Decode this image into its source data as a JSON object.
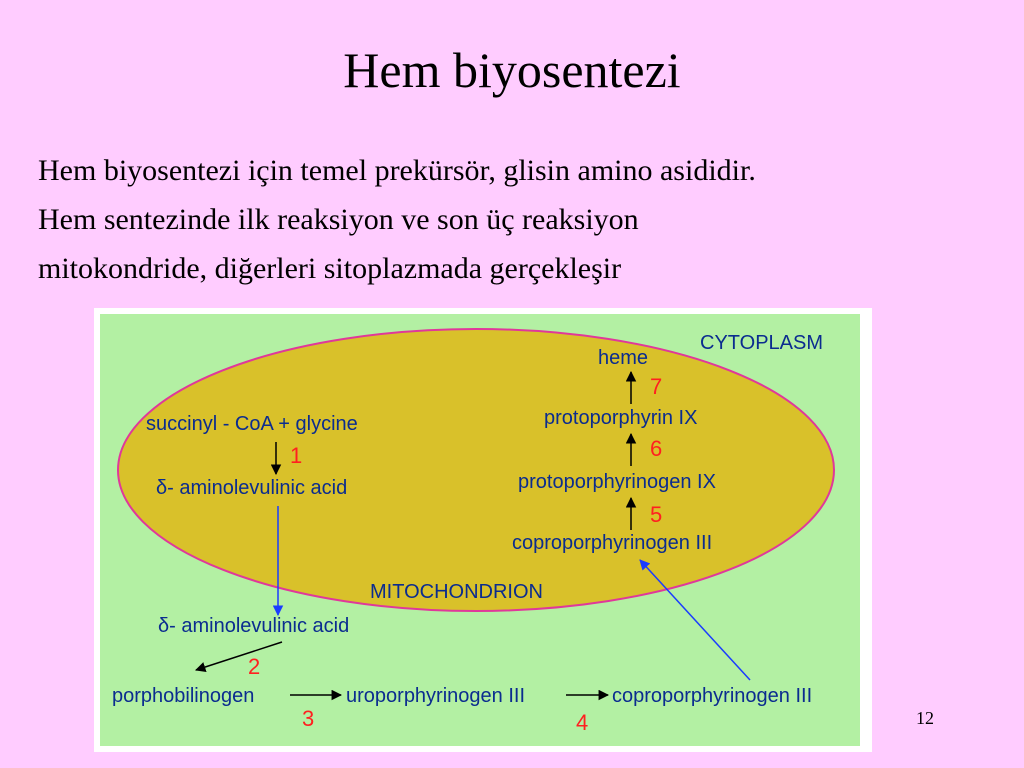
{
  "slide": {
    "title": "Hem biyosentezi",
    "body_lines": [
      "Hem biyosentezi için temel prekürsör, glisin amino asididir.",
      "Hem sentezinde ilk reaksiyon ve son üç reaksiyon",
      "mitokondride, diğerleri sitoplazmada gerçekleşir"
    ],
    "page_number": "12"
  },
  "diagram": {
    "cytoplasm_label": "CYTOPLASM",
    "mitochondrion_label": "MITOCHONDRION",
    "compounds": {
      "succinyl": "succinyl - CoA + glycine",
      "ala_mito": "δ- aminolevulinic acid",
      "ala_cyto": "δ- aminolevulinic acid",
      "porphobilinogen": "porphobilinogen",
      "uroporphyrinogen": "uroporphyrinogen III",
      "copro_cyto": "coproporphyrinogen III",
      "copro_mito": "coproporphyrinogen III",
      "protoporphyrinogen": "protoporphyrinogen IX",
      "protoporphyrin": "protoporphyrin IX",
      "heme": "heme"
    },
    "steps": [
      "1",
      "2",
      "3",
      "4",
      "5",
      "6",
      "7"
    ],
    "colors": {
      "cytoplasm_bg": "#b3f0a3",
      "mitochondrion_fill": "#d9c12a",
      "mitochondrion_edge": "#e0389a",
      "label_text": "#0b2c8f",
      "step_number": "#ff2020",
      "transport_arrow": "#1a3cff",
      "reaction_arrow": "#000000"
    }
  }
}
